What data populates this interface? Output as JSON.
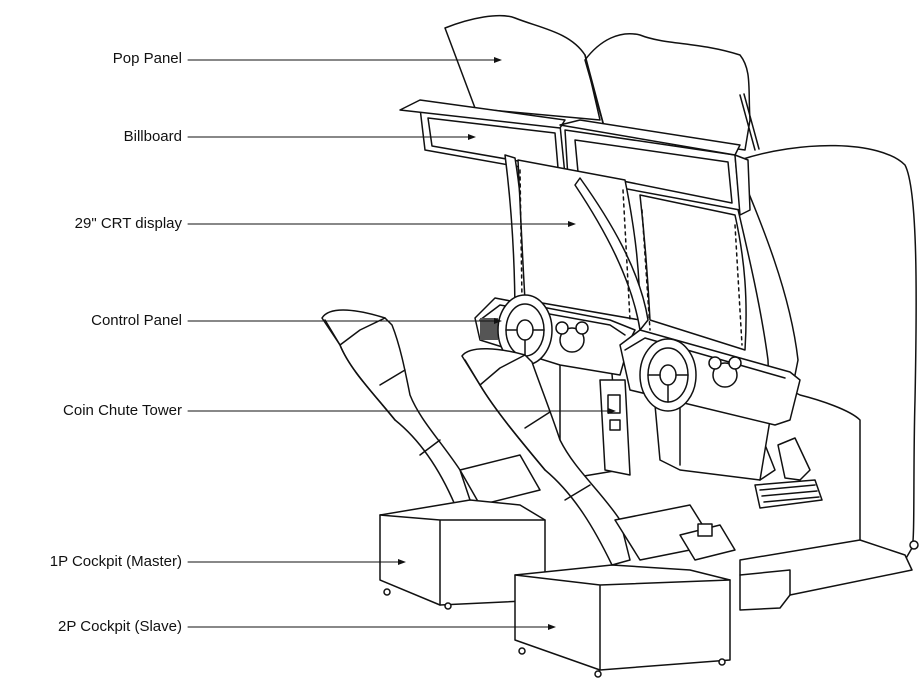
{
  "diagram": {
    "callouts": [
      {
        "id": "pop-panel",
        "label": "Pop Panel"
      },
      {
        "id": "billboard",
        "label": "Billboard"
      },
      {
        "id": "crt-display",
        "label": "29\" CRT display"
      },
      {
        "id": "control-panel",
        "label": "Control Panel"
      },
      {
        "id": "coin-chute-tower",
        "label": "Coin Chute Tower"
      },
      {
        "id": "cockpit-1p",
        "label": "1P Cockpit (Master)"
      },
      {
        "id": "cockpit-2p",
        "label": "2P Cockpit (Slave)"
      }
    ],
    "colors": {
      "line": "#111111",
      "fill": "#ffffff",
      "hatch": "#555555"
    }
  }
}
